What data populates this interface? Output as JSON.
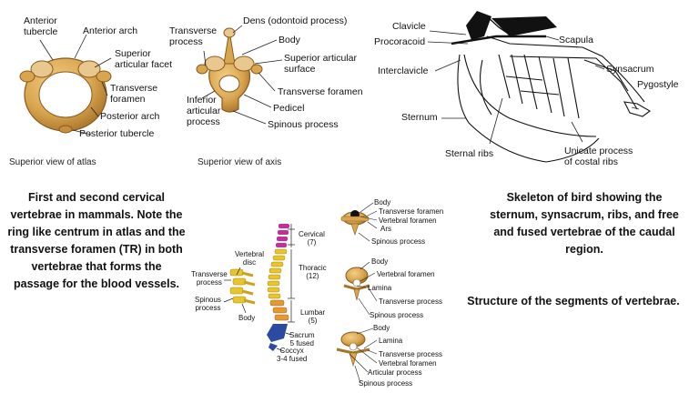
{
  "atlas": {
    "labels": {
      "anterior_tubercle": "Anterior\ntubercle",
      "anterior_arch": "Anterior arch",
      "superior_articular_facet": "Superior\narticular facet",
      "transverse_foramen": "Transverse\nforamen",
      "posterior_arch": "Posterior arch",
      "posterior_tubercle": "Posterior tubercle"
    },
    "caption": "Superior view of atlas"
  },
  "axis": {
    "labels": {
      "transverse_process": "Transverse\nprocess",
      "dens": "Dens (odontoid process)",
      "body": "Body",
      "superior_articular_surface": "Superior articular\nsurface",
      "transverse_foramen": "Transverse foramen",
      "inferior_articular_process": "Inferior\narticular\nprocess",
      "pedicel": "Pedicel",
      "spinous_process": "Spinous process"
    },
    "caption": "Superior view of axis"
  },
  "bird": {
    "labels": {
      "clavicle": "Clavicle",
      "procoracoid": "Procoracoid",
      "interclavicle": "Interclavicle",
      "sternum": "Sternum",
      "sternal_ribs": "Sternal ribs",
      "scapula": "Scapula",
      "synsacrum": "Synsacrum",
      "pygostyle": "Pygostyle",
      "unicate_process": "Unicate process\nof costal ribs"
    }
  },
  "captions": {
    "mammal_note": "First and second cervical vertebrae in mammals. Note the ring like centrum in atlas and the transverse foramen (TR) in both vertebrae that forms the passage for the blood vessels.",
    "bird_note": "Skeleton of bird showing the sternum, synsacrum, ribs, and free and fused vertebrae of the caudal region.",
    "segments_note": "Structure of the segments of vertebrae."
  },
  "spine": {
    "labels": {
      "vertebral_disc": "Vertebral\ndisc",
      "transverse_process": "Transverse\nprocess",
      "spinous_process": "Spinous\nprocess",
      "body": "Body",
      "cervical": "Cervical\n(7)",
      "thoracic": "Thoracic\n(12)",
      "lumbar": "Lumbar\n(5)",
      "sacrum": "Sacrum\n5 fused",
      "coccyx": "Coccyx\n3-4 fused"
    },
    "cervical_vertebra": {
      "body": "Body",
      "transverse_foramen": "Transverse foramen",
      "vertebral_foramen": "Vertebral foramen",
      "ars": "Ars",
      "spinous_process": "Spinous process"
    },
    "thoracic_vertebra": {
      "body": "Body",
      "vertebral_foramen": "Vertebral foramen",
      "lamina": "Lamina",
      "transverse_process": "Transverse process",
      "spinous_process": "Spinous process"
    },
    "lumbar_vertebra": {
      "body": "Body",
      "lamina": "Lamina",
      "transverse_process": "Transverse process",
      "vertebral_foramen": "Vertebral foramen",
      "articular_process": "Articular process",
      "spinous_process": "Spinous process"
    }
  },
  "colors": {
    "bone": "#d9a650",
    "bone_dark": "#a8732a",
    "cervical": "#c2309e",
    "thoracic": "#e8c52a",
    "lumbar": "#e49a34",
    "sacrum": "#2c4aa0"
  }
}
